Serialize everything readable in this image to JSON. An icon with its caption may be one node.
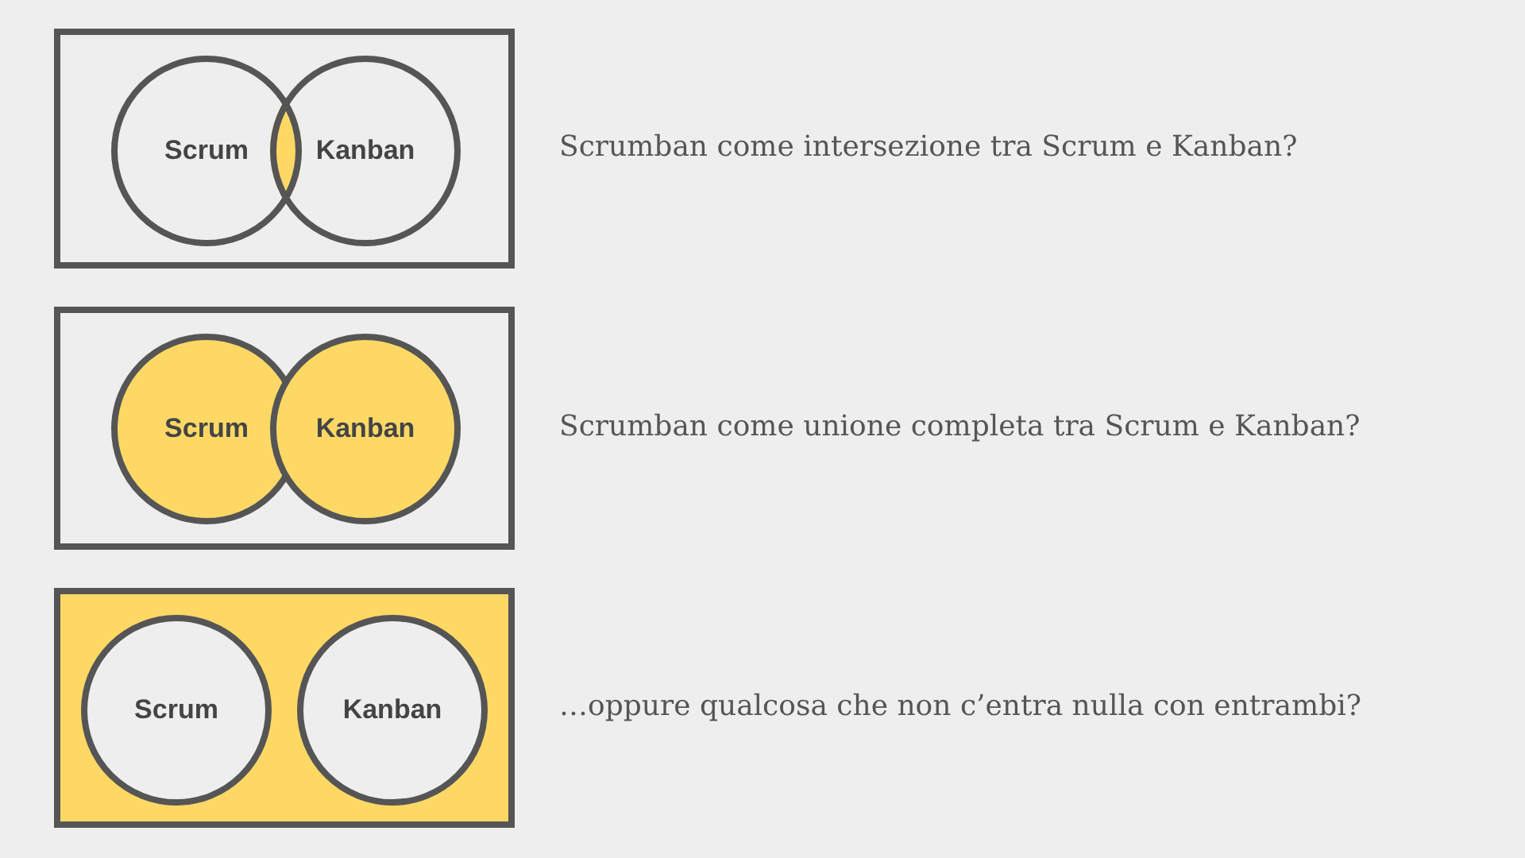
{
  "diagram": {
    "nodes": [
      {
        "text": [],
        "shape": "box",
        "beside": [
          "Scrumban come intersezione tra Scrum e Kanban?"
        ]
      },
      {
        "text": [
          "Scrum"
        ],
        "in": 0
      },
      {
        "text": [
          "Kanban"
        ],
        "in": 0
      },
      {
        "text": [],
        "shape": "box",
        "beside": [
          "Scrumban come unione completa tra Scrum e Kanban?"
        ]
      },
      {
        "text": [
          "Scrum"
        ],
        "in": 3
      },
      {
        "text": [
          "Kanban"
        ],
        "in": 3
      },
      {
        "text": [],
        "shape": "box",
        "beside": [
          "…oppure qualcosa che non c’entra nulla con entrambi?"
        ]
      },
      {
        "text": [
          "Scrum"
        ],
        "in": 6
      },
      {
        "text": [
          "Kanban"
        ],
        "in": 6
      }
    ]
  }
}
